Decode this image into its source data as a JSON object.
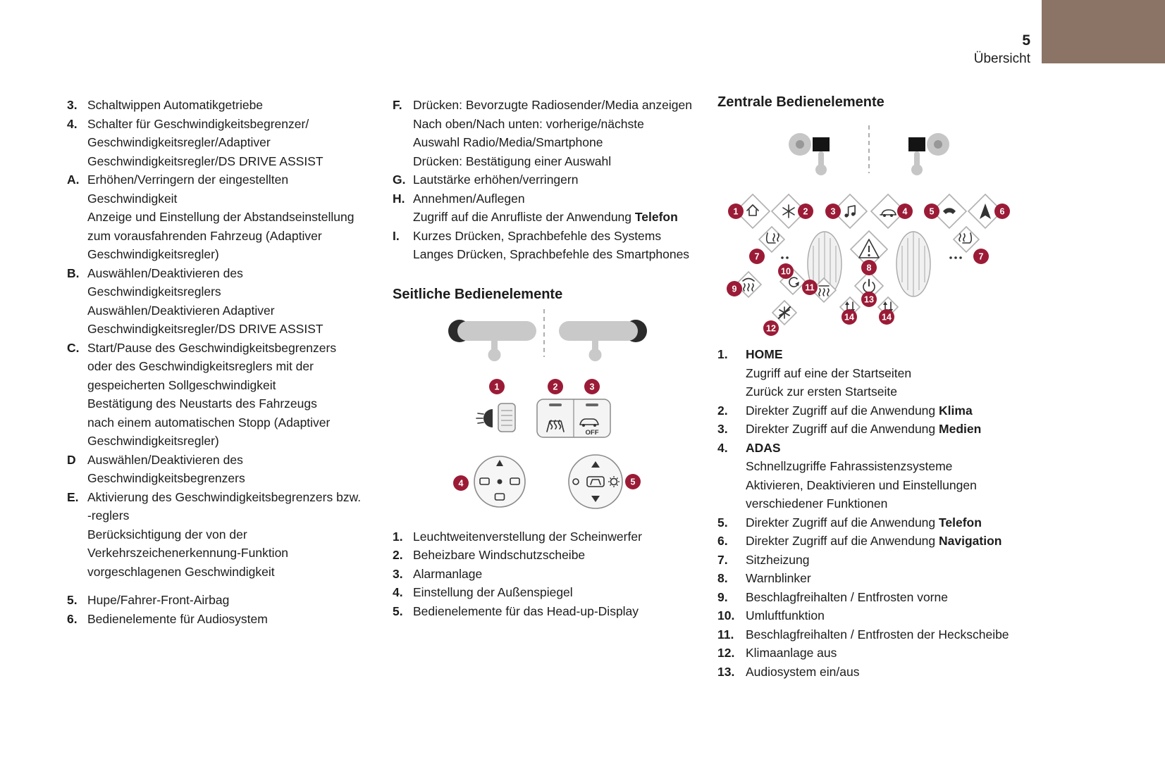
{
  "header": {
    "page_number": "5",
    "section": "Übersicht"
  },
  "colors": {
    "accent": "#9b1b36",
    "corner_block": "#8b7466"
  },
  "left": {
    "items": [
      {
        "label": "3.",
        "text": "Schaltwippen Automatikgetriebe"
      },
      {
        "label": "4.",
        "text": "Schalter für Geschwindigkeitsbegrenzer/\nGeschwindigkeitsregler/Adaptiver\nGeschwindigkeitsregler/DS DRIVE ASSIST"
      },
      {
        "label": "A.",
        "text": "Erhöhen/Verringern der eingestellten\nGeschwindigkeit\nAnzeige und Einstellung der Abstandseinstellung\nzum vorausfahrenden Fahrzeug (Adaptiver\nGeschwindigkeitsregler)"
      },
      {
        "label": "B.",
        "text": "Auswählen/Deaktivieren des\nGeschwindigkeitsreglers\nAuswählen/Deaktivieren Adaptiver\nGeschwindigkeitsregler/DS DRIVE ASSIST"
      },
      {
        "label": "C.",
        "text": "Start/Pause des Geschwindigkeitsbegrenzers\noder des Geschwindigkeitsreglers mit der\ngespeicherten Sollgeschwindigkeit\nBestätigung des Neustarts des Fahrzeugs\nnach einem automatischen Stopp (Adaptiver\nGeschwindigkeitsregler)"
      },
      {
        "label": "D",
        "text": "Auswählen/Deaktivieren des\nGeschwindigkeitsbegrenzers"
      },
      {
        "label": "E.",
        "text": "Aktivierung des Geschwindigkeitsbegrenzers bzw.\n-reglers\nBerücksichtigung der von der\nVerkehrszeichenerkennung-Funktion\nvorgeschlagenen Geschwindigkeit"
      },
      {
        "label": "5.",
        "text": "Hupe/Fahrer-Front-Airbag",
        "gap": true
      },
      {
        "label": "6.",
        "text": "Bedienelemente für Audiosystem"
      }
    ]
  },
  "middle": {
    "heading": "Seitliche Bedienelemente",
    "top_items": [
      {
        "label": "F.",
        "text": "Drücken: Bevorzugte Radiosender/Media anzeigen\nNach oben/Nach unten: vorherige/nächste\nAuswahl Radio/Media/Smartphone\nDrücken: Bestätigung einer Auswahl"
      },
      {
        "label": "G.",
        "text": "Lautstärke erhöhen/verringern"
      },
      {
        "label": "H.",
        "text": "Annehmen/Auflegen\nZugriff auf die Anrufliste der Anwendung **Telefon**"
      },
      {
        "label": "I.",
        "text": "Kurzes Drücken, Sprachbefehle des Systems\nLanges Drücken, Sprachbefehle des Smartphones"
      }
    ],
    "bottom_items": [
      {
        "label": "1.",
        "text": "Leuchtweitenverstellung der Scheinwerfer"
      },
      {
        "label": "2.",
        "text": "Beheizbare Windschutzscheibe"
      },
      {
        "label": "3.",
        "text": "Alarmanlage"
      },
      {
        "label": "4.",
        "text": "Einstellung der Außenspiegel"
      },
      {
        "label": "5.",
        "text": "Bedienelemente für das Head-up-Display"
      }
    ],
    "diagram": {
      "markers": [
        "1",
        "2",
        "3",
        "4",
        "5"
      ],
      "off_label": "OFF"
    }
  },
  "right": {
    "heading": "Zentrale Bedienelemente",
    "items": [
      {
        "label": "1.",
        "text": "**HOME**\nZugriff auf eine der Startseiten\nZurück zur ersten Startseite"
      },
      {
        "label": "2.",
        "text": "Direkter Zugriff auf die Anwendung **Klima**"
      },
      {
        "label": "3.",
        "text": "Direkter Zugriff auf die Anwendung **Medien**"
      },
      {
        "label": "4.",
        "text": "**ADAS**\nSchnellzugriffe Fahrassistenzsysteme\nAktivieren, Deaktivieren und Einstellungen\nverschiedener Funktionen"
      },
      {
        "label": "5.",
        "text": "Direkter Zugriff auf die Anwendung **Telefon**"
      },
      {
        "label": "6.",
        "text": "Direkter Zugriff auf die Anwendung **Navigation**"
      },
      {
        "label": "7.",
        "text": "Sitzheizung"
      },
      {
        "label": "8.",
        "text": "Warnblinker"
      },
      {
        "label": "9.",
        "text": "Beschlagfreihalten / Entfrosten vorne"
      },
      {
        "label": "10.",
        "text": "Umluftfunktion"
      },
      {
        "label": "11.",
        "text": "Beschlagfreihalten / Entfrosten der Heckscheibe"
      },
      {
        "label": "12.",
        "text": "Klimaanlage aus"
      },
      {
        "label": "13.",
        "text": "Audiosystem ein/aus"
      }
    ],
    "diagram": {
      "markers": [
        "1",
        "2",
        "3",
        "4",
        "5",
        "6",
        "7",
        "7",
        "8",
        "9",
        "10",
        "11",
        "12",
        "13",
        "14",
        "14"
      ]
    }
  }
}
